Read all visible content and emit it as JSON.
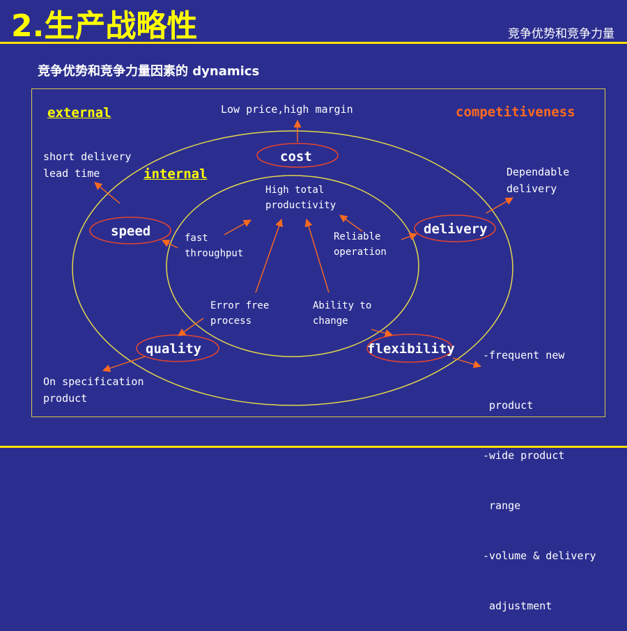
{
  "header": {
    "title": "2.生产战略性",
    "topic": "竞争优势和竞争力量"
  },
  "subtitle": "竞争优势和竞争力量因素的 dynamics",
  "diagram": {
    "tags": {
      "external": "external",
      "internal": "internal",
      "competitiveness": "competitiveness"
    },
    "nodes": {
      "cost": "cost",
      "speed": "speed",
      "delivery": "delivery",
      "quality": "quality",
      "flexibility": "flexibility"
    },
    "outer_notes": {
      "low_price": "Low price,high margin",
      "short_delivery": [
        "short delivery",
        "lead time"
      ],
      "dependable": [
        "Dependable",
        "delivery"
      ],
      "on_spec": [
        "On specification",
        "product"
      ],
      "flex_list": [
        "-frequent new",
        " product",
        "-wide product",
        " range",
        "-volume & delivery",
        " adjustment"
      ]
    },
    "inner_notes": {
      "high_total": [
        "High total",
        "productivity"
      ],
      "fast": [
        "fast",
        "throughput"
      ],
      "reliable": [
        "Reliable",
        "operation"
      ],
      "error_free": [
        "Error free",
        "process"
      ],
      "ability": [
        "Ability to",
        "change"
      ]
    },
    "colors": {
      "background": "#2B2E8F",
      "rule": "#FFE200",
      "circle": "#E6D84A",
      "ellipse": "#E8452C",
      "arrow": "#FF6A1F",
      "tag_yellow": "#FFFF00",
      "tag_orange": "#FF6A1F"
    }
  }
}
